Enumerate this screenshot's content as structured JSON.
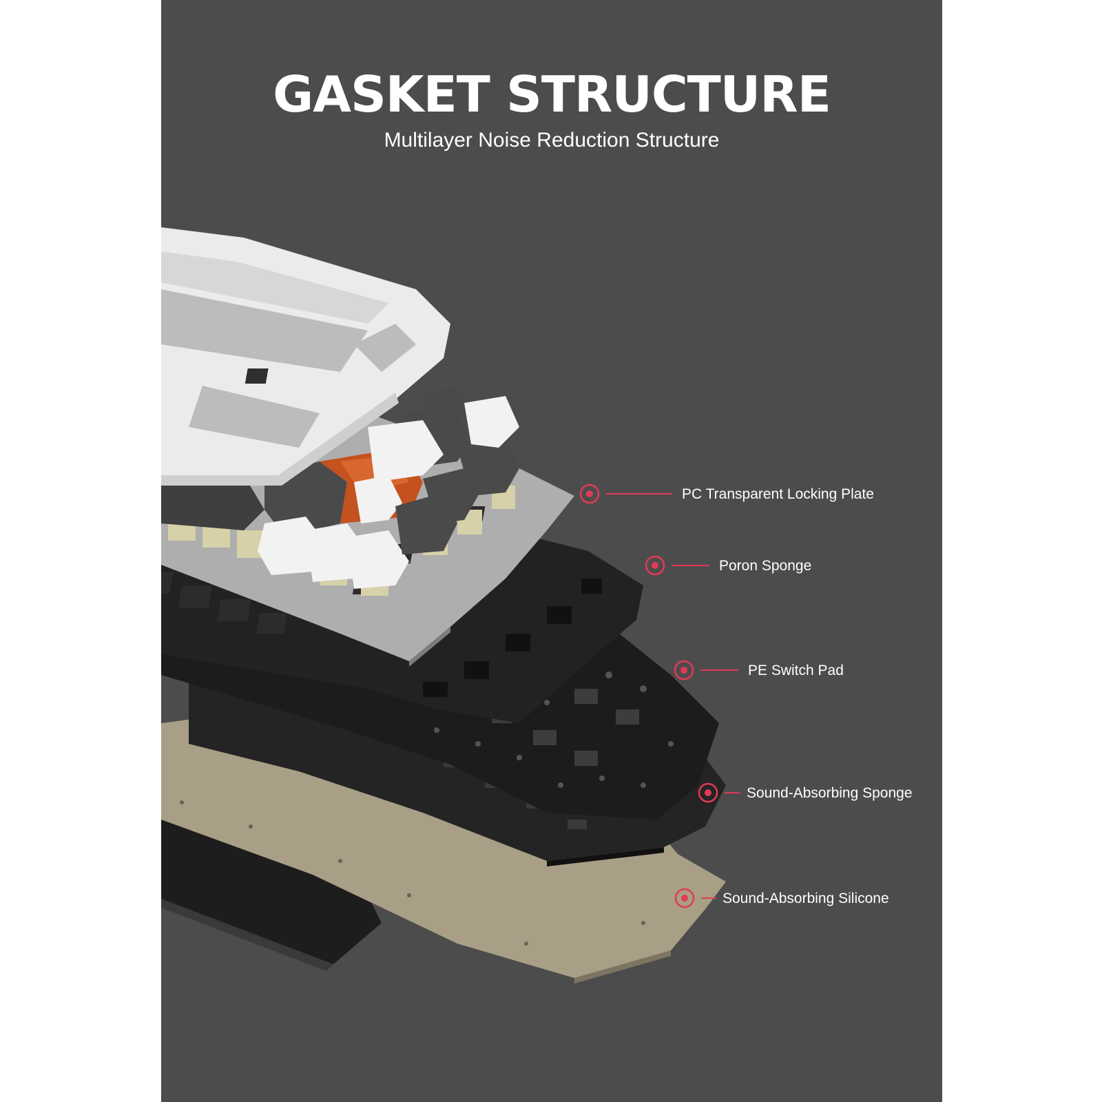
{
  "header": {
    "title": "GASKET STRUCTURE",
    "subtitle": "Multilayer Noise Reduction Structure"
  },
  "callouts": [
    {
      "label": "PC Transparent Locking Plate"
    },
    {
      "label": "Poron Sponge"
    },
    {
      "label": "PE Switch Pad"
    },
    {
      "label": "Sound-Absorbing Sponge"
    },
    {
      "label": "Sound-Absorbing Silicone"
    }
  ],
  "colors": {
    "panel_background": "#4d4c4d",
    "accent": "#e23a55",
    "frame_white": "#ebebeb",
    "keycap_dark": "#4a4a4a",
    "keycap_orange": "#c4521e",
    "plate_silver": "#aeaeae",
    "foam_black": "#262626",
    "silicone_beige": "#a89f86"
  }
}
